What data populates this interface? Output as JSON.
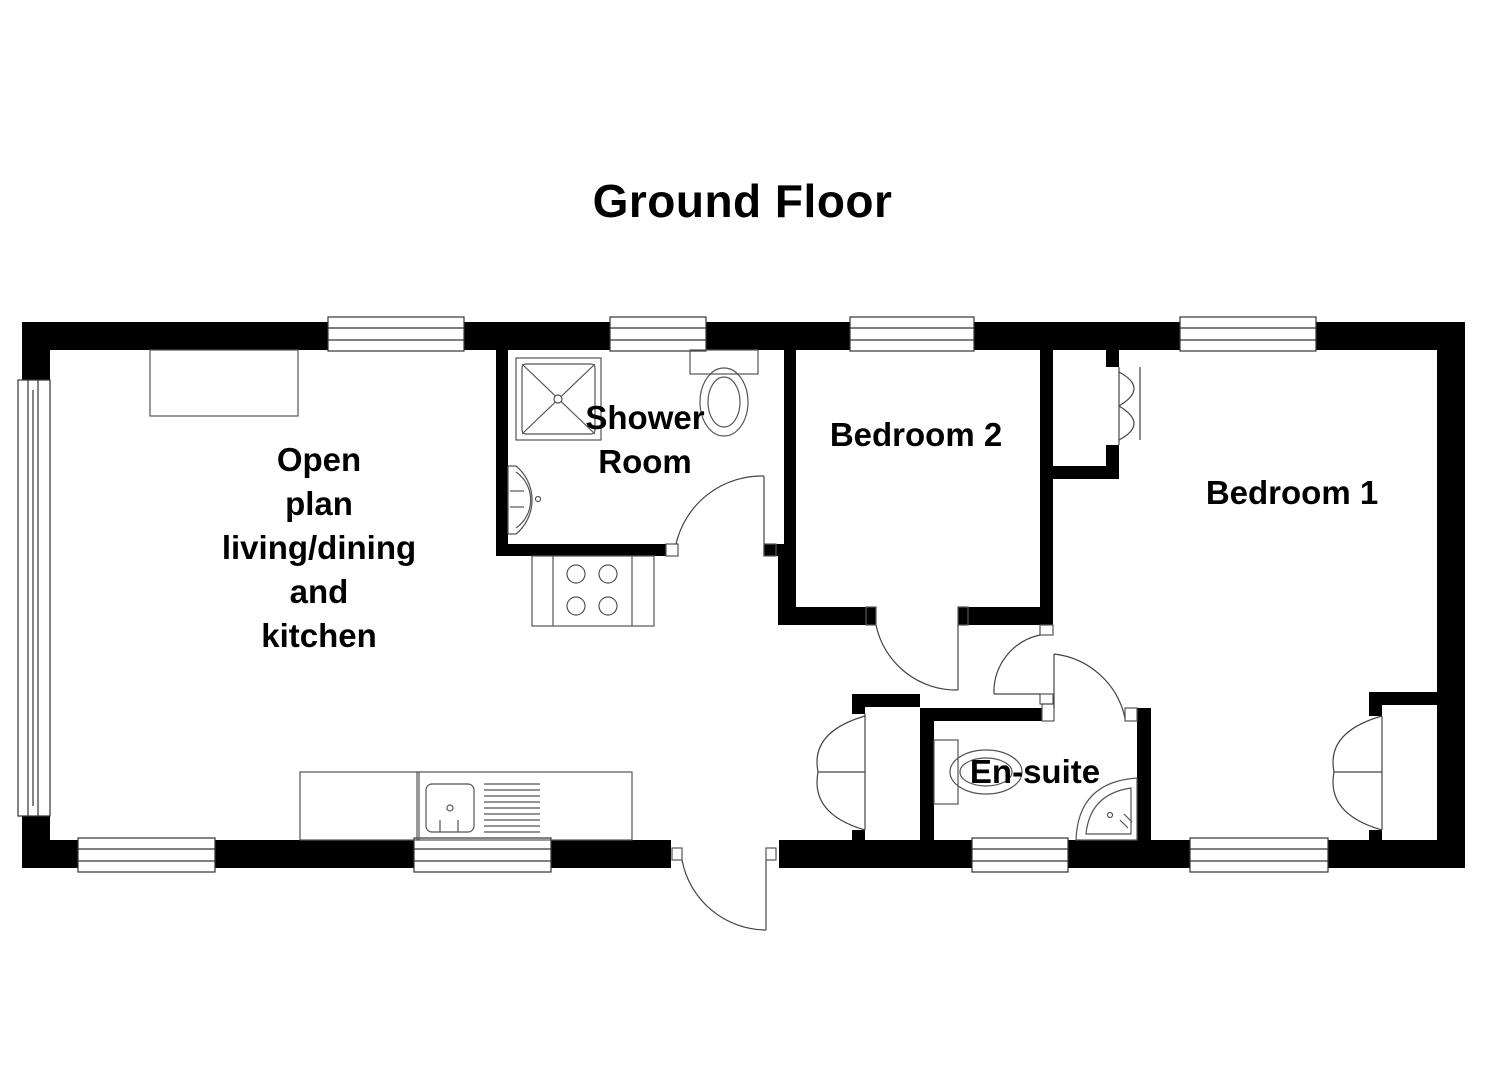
{
  "title": "Ground Floor",
  "rooms": {
    "living": [
      "Open",
      "plan",
      "living/dining",
      "and",
      "kitchen"
    ],
    "shower": [
      "Shower",
      "Room"
    ],
    "bedroom2": "Bedroom 2",
    "bedroom1": "Bedroom 1",
    "ensuite": "En-suite"
  },
  "colors": {
    "wall": "#000000",
    "fixture": "#555555",
    "background": "#ffffff"
  }
}
